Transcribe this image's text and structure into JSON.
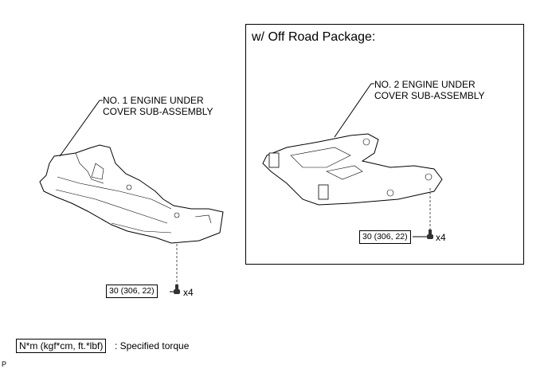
{
  "left_part": {
    "label_line1": "NO. 1 ENGINE UNDER",
    "label_line2": "COVER SUB-ASSEMBLY",
    "torque": "30 (306, 22)",
    "quantity": "x4"
  },
  "right_panel": {
    "title": "w/ Off Road Package:",
    "label_line1": "NO. 2 ENGINE UNDER",
    "label_line2": "COVER SUB-ASSEMBLY",
    "torque": "30 (306, 22)",
    "quantity": "x4"
  },
  "legend": {
    "unit": "N*m (kgf*cm, ft.*lbf)",
    "description": ": Specified torque"
  },
  "footer_code": "P"
}
